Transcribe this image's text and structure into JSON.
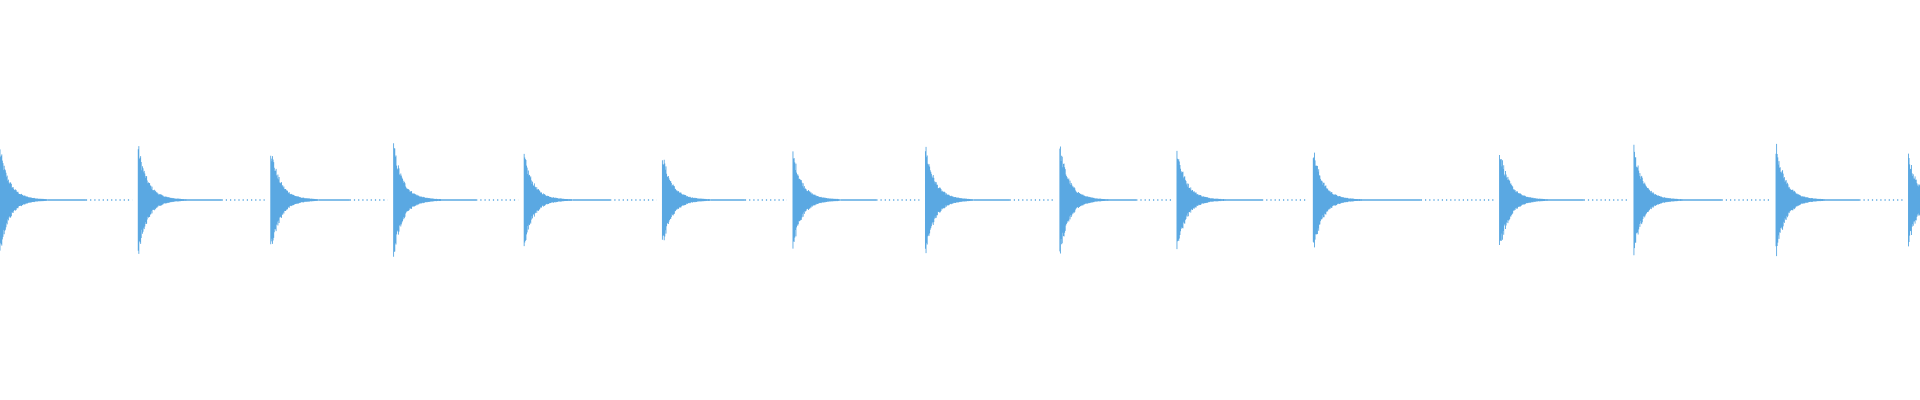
{
  "waveform": {
    "color": "#5aa8e2",
    "baseline_dots": true,
    "peak_amplitude_max": 1.0,
    "transients": [
      {
        "index": 1,
        "time": 0.0,
        "amplitude": 0.95
      },
      {
        "index": 2,
        "time": 0.072,
        "amplitude": 1.0
      },
      {
        "index": 3,
        "time": 0.141,
        "amplitude": 0.97
      },
      {
        "index": 4,
        "time": 0.205,
        "amplitude": 1.02
      },
      {
        "index": 5,
        "time": 0.273,
        "amplitude": 0.83
      },
      {
        "index": 6,
        "time": 0.345,
        "amplitude": 0.85
      },
      {
        "index": 7,
        "time": 0.413,
        "amplitude": 0.87
      },
      {
        "index": 8,
        "time": 0.482,
        "amplitude": 1.0
      },
      {
        "index": 9,
        "time": 0.552,
        "amplitude": 1.0
      },
      {
        "index": 10,
        "time": 0.613,
        "amplitude": 0.95
      },
      {
        "index": 11,
        "time": 0.684,
        "amplitude": 0.95
      },
      {
        "index": 12,
        "time": 0.781,
        "amplitude": 0.97
      },
      {
        "index": 13,
        "time": 0.851,
        "amplitude": 0.97
      },
      {
        "index": 14,
        "time": 0.925,
        "amplitude": 1.05
      },
      {
        "index": 15,
        "time": 0.994,
        "amplitude": 0.83
      }
    ]
  }
}
